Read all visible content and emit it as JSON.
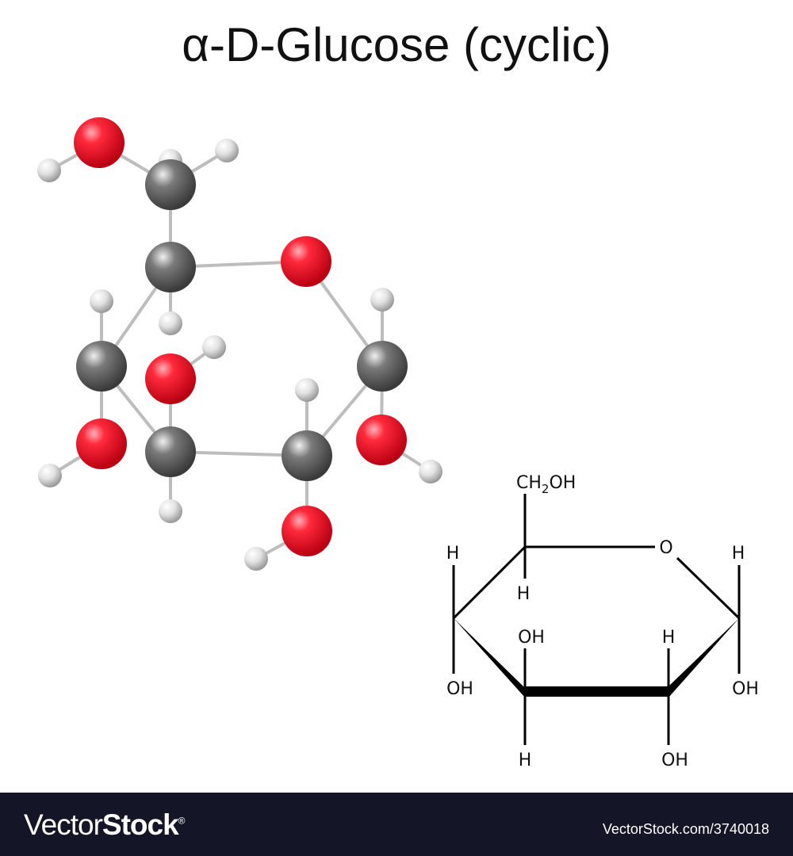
{
  "title": "α-D-Glucose (cyclic)",
  "colors": {
    "oxygen": "#e8192c",
    "carbon": "#6e6e6e",
    "hydrogen": "#e6e6e6",
    "footer_bg": "#141627"
  },
  "structural_formula": {
    "ch2oh_prefix": "CH",
    "ch2oh_sub": "2",
    "ch2oh_suffix": "OH",
    "ring_oxygen": "O",
    "labels": {
      "c4_top": "H",
      "c5_bottom": "H",
      "c3_top": "OH",
      "c2_top": "H",
      "c1_top": "H",
      "c4_bottom": "OH",
      "c1_bottom": "OH",
      "c3_bottom": "H",
      "c2_bottom": "OH"
    }
  },
  "footer": {
    "logo_light": "Vector",
    "logo_bold": "Stock",
    "logo_mark": "®",
    "url": "VectorStock.com/3740018"
  }
}
